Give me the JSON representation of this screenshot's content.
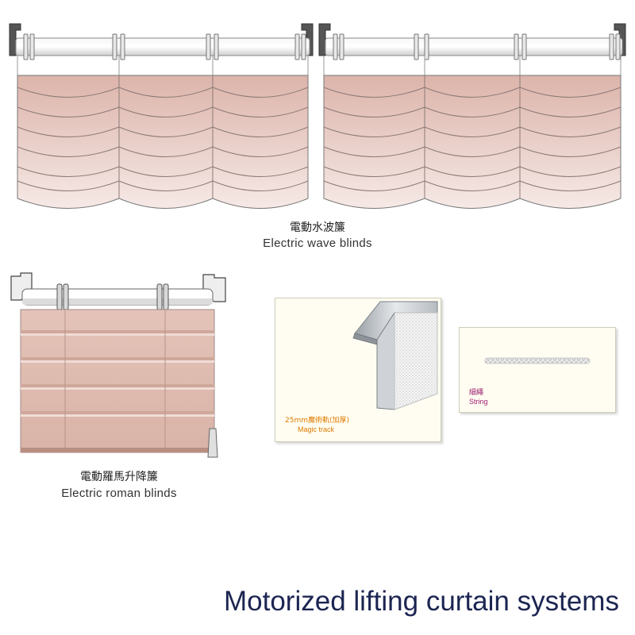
{
  "wave_blinds": {
    "label_zh": "電動水波簾",
    "label_en": "Electric wave blinds"
  },
  "roman_blinds": {
    "label_zh": "電動羅馬升降簾",
    "label_en": "Electric roman blinds"
  },
  "magic_track": {
    "label_zh": "25mm魔術軌(加厚)",
    "label_en": "Magic track"
  },
  "string": {
    "label_zh": "細繩",
    "label_en": "String"
  },
  "headline": "Motorized lifting curtain systems",
  "colors": {
    "fabric": "#e6c8bf",
    "headline": "#1c2551",
    "track_label": "#e07a00",
    "string_label": "#9b1b6e"
  }
}
